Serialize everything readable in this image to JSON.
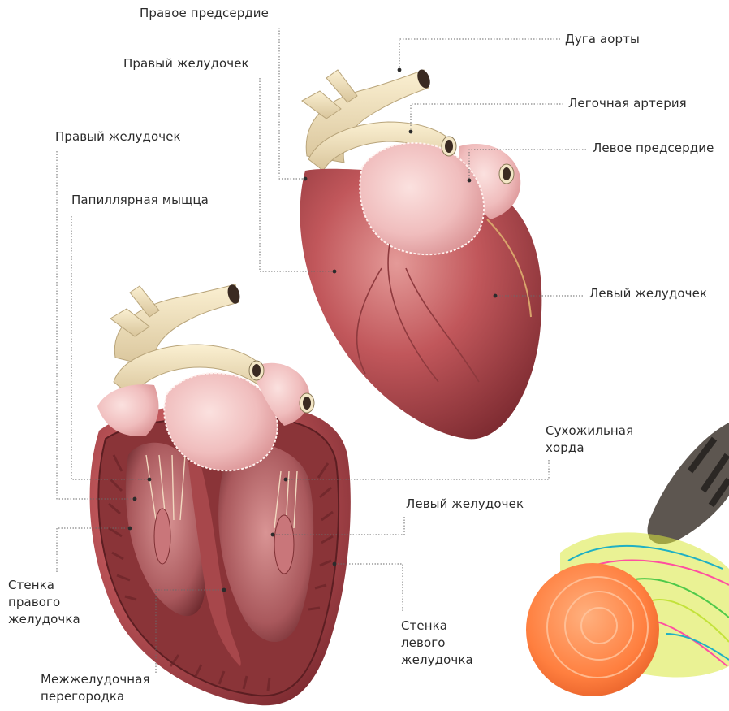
{
  "labels": {
    "right_atrium": "Правое предсердие",
    "aortic_arch": "Дуга аорты",
    "right_ventricle_ext": "Правый желудочек",
    "pulmonary_artery": "Легочная артерия",
    "left_atrium": "Левое предсердие",
    "left_ventricle_ext": "Левый желудочек",
    "right_ventricle_int": "Правый желудочек",
    "papillary_muscle": "Папиллярная мыщца",
    "chorda": [
      "Сухожильная",
      "хорда"
    ],
    "left_ventricle_int": "Левый желудочек",
    "rv_wall": [
      "Стенка",
      "правого",
      "желудочка"
    ],
    "lv_wall": [
      "Стенка",
      "левого",
      "желудочка"
    ],
    "septum": [
      "Межжелудочная",
      "перегородка"
    ]
  },
  "colors": {
    "leader_line": "#6a6a6a",
    "muscle": "#b84a4e",
    "muscle_dark": "#7c2a30",
    "vessel": "#f1e2bd",
    "atrium": "#f0c2c2",
    "yarn_orange": "#ff8a4d"
  }
}
